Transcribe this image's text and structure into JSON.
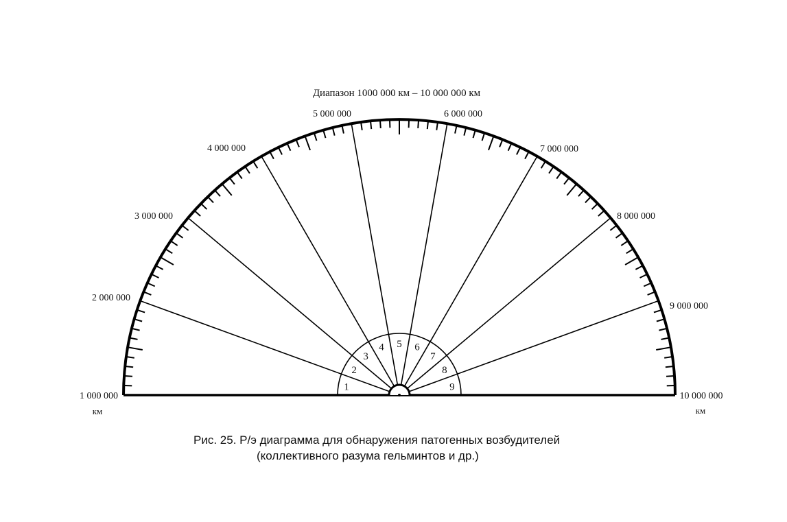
{
  "title": "Диапазон 1000 000 км – 10 000 000 км",
  "scale_labels": [
    "1 000 000",
    "2 000 000",
    "3 000 000",
    "4 000 000",
    "5 000 000",
    "6 000 000",
    "7 000 000",
    "8 000 000",
    "9 000 000",
    "10 000 000"
  ],
  "unit": "км",
  "sectors": [
    "1",
    "2",
    "3",
    "4",
    "5",
    "6",
    "7",
    "8",
    "9"
  ],
  "caption": {
    "line1": "Рис. 25. Р/э диаграмма для обнаружения патогенных возбудителей",
    "line2": "(коллективного разума гельминтов и др.)"
  }
}
